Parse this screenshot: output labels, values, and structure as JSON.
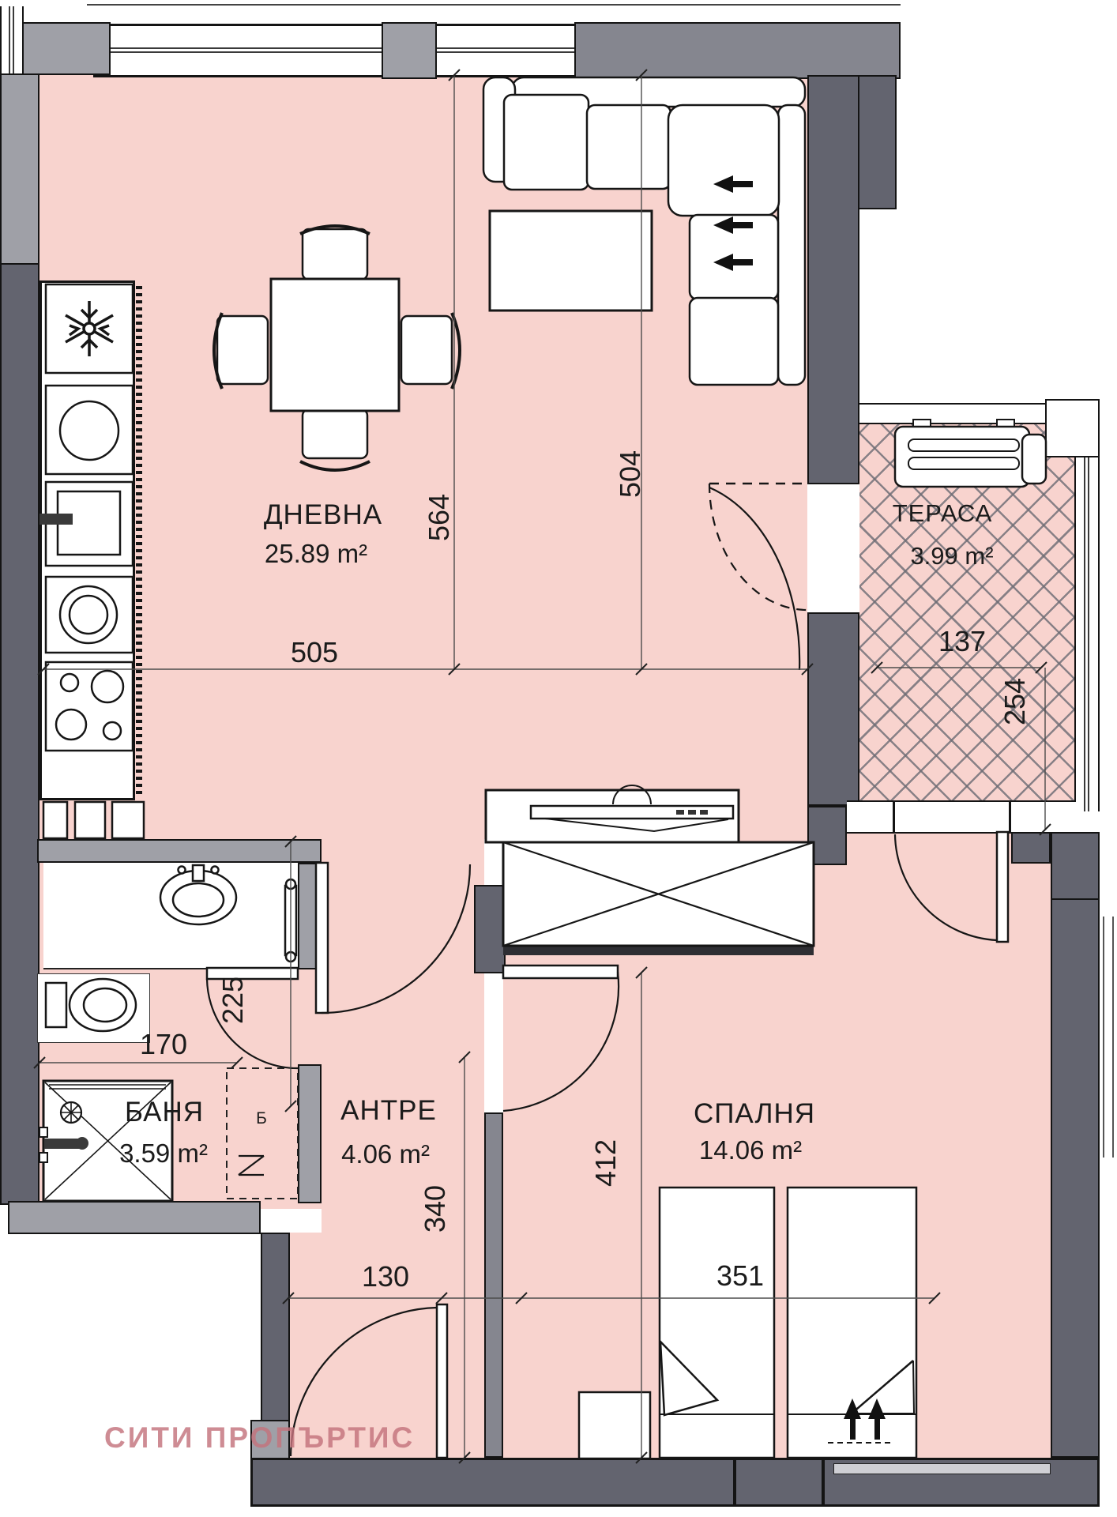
{
  "watermark": {
    "text": "СИТИ ПРОПЪРТИС",
    "color": "#c4737d"
  },
  "rooms": {
    "living": {
      "name": "ДНЕВНА",
      "area": "25.89 m²"
    },
    "terrace": {
      "name": "ТЕРАСА",
      "area": "3.99 m²"
    },
    "bathroom": {
      "name": "БАНЯ",
      "area": "3.59 m²"
    },
    "hallway": {
      "name": "АНТРЕ",
      "area": "4.06 m²"
    },
    "bedroom": {
      "name": "СПАЛНЯ",
      "area": "14.06 m²"
    }
  },
  "dimensions_cm": {
    "living_width": "505",
    "living_depth_left": "564",
    "living_depth_right": "504",
    "terrace_width": "137",
    "terrace_depth": "254",
    "bath_width": "170",
    "bath_depth": "225",
    "hall_entry_width": "130",
    "hall_depth": "340",
    "bedroom_width": "351",
    "bedroom_depth": "412"
  },
  "annotations": {
    "boiler": "Б"
  },
  "colors": {
    "floor": "#f8d3ce",
    "wallDark": "#63646f",
    "wallMid": "#85868f",
    "wallLight": "#9fa0a7",
    "outline": "#141414",
    "watermark": "#c4737d"
  }
}
